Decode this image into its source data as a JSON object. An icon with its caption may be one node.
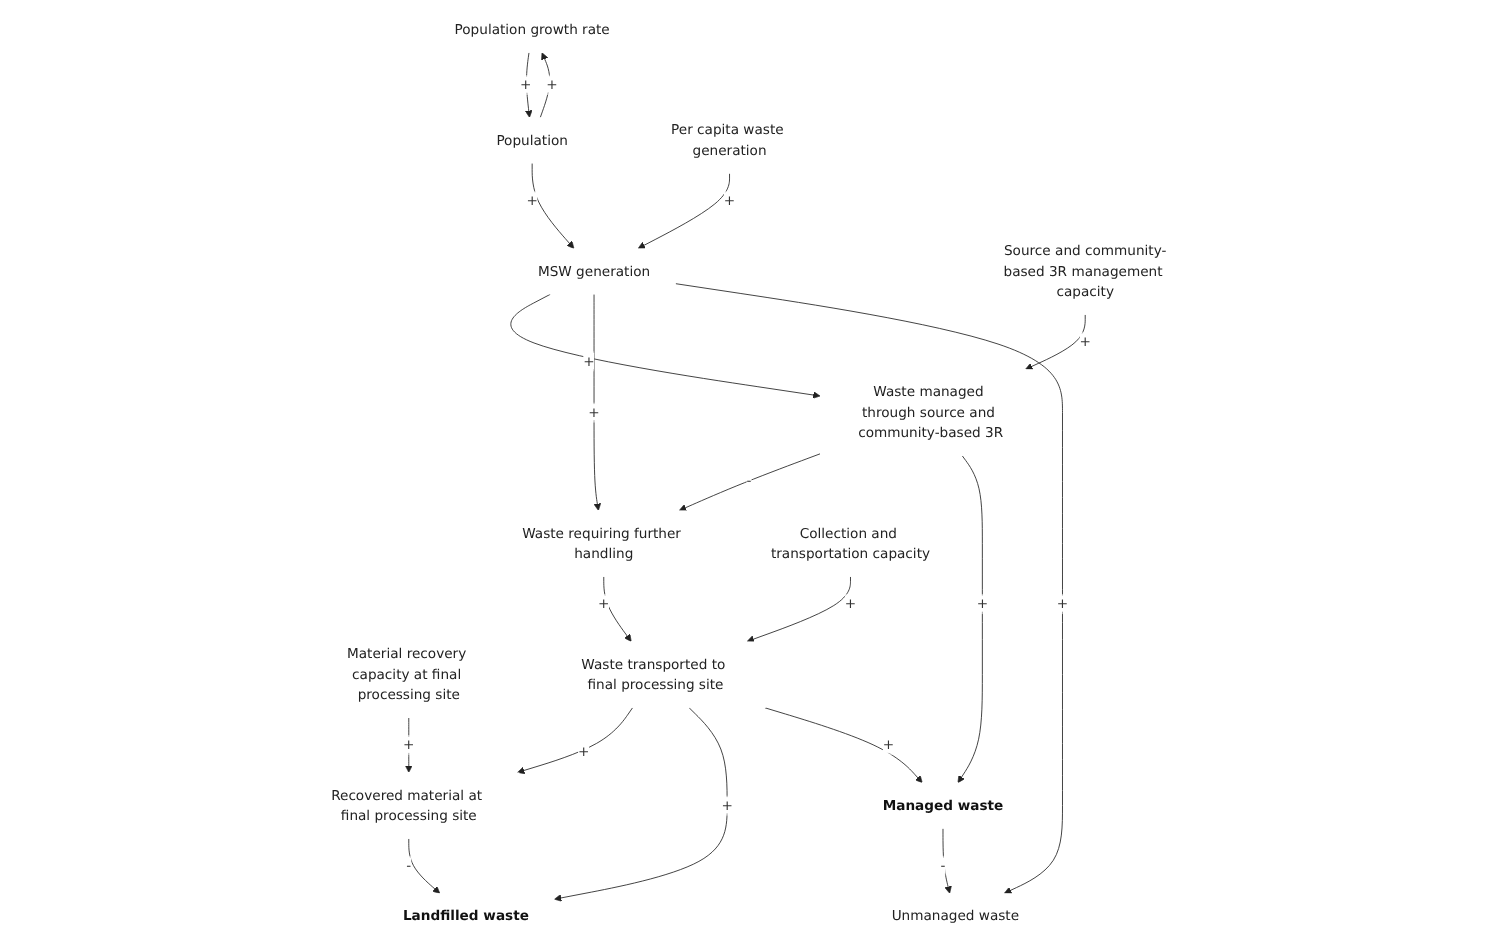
{
  "diagram": {
    "nodes": [
      {
        "text": [
          "Population growth rate"
        ]
      },
      {
        "text": [
          "Population"
        ]
      },
      {
        "text": [
          "Per capita waste generation"
        ]
      },
      {
        "text": [
          "Waste managed through source and community-based 3R"
        ]
      },
      {
        "text": [
          "MSW generation"
        ]
      },
      {
        "text": [
          "Waste requiring further handling"
        ]
      },
      {
        "text": [
          "Source and community-based 3R management capacity"
        ]
      },
      {
        "text": [
          "Collection and transportation capacity"
        ]
      },
      {
        "text": [
          "Recovered material at final processing site"
        ]
      },
      {
        "text": [
          "Material recovery capacity at final processing site"
        ]
      },
      {
        "text": [
          "Unmanaged waste"
        ]
      },
      {
        "text": [
          "Waste transported to final processing site"
        ]
      },
      {
        "text": [
          "Landfilled waste"
        ]
      },
      {
        "text": [
          "Managed waste"
        ]
      }
    ],
    "edges": [
      {
        "from": 1,
        "to": 0,
        "arrow": "to",
        "label": "+"
      },
      {
        "from": 0,
        "to": 1,
        "arrow": "to",
        "label": "+"
      },
      {
        "from": 1,
        "to": 4,
        "arrow": "to",
        "label": "+"
      },
      {
        "from": 2,
        "to": 4,
        "arrow": "to",
        "label": "+"
      },
      {
        "from": 4,
        "to": 3,
        "arrow": "to",
        "label": "+"
      },
      {
        "from": 4,
        "to": 5,
        "arrow": "to",
        "label": "+"
      },
      {
        "from": 3,
        "to": 5,
        "arrow": "to",
        "label": "-"
      },
      {
        "from": 6,
        "to": 3,
        "arrow": "to",
        "label": "+"
      },
      {
        "from": 4,
        "to": 10,
        "arrow": "to",
        "label": "+"
      },
      {
        "from": 9,
        "to": 8,
        "arrow": "to",
        "label": "+"
      },
      {
        "from": 7,
        "to": 11,
        "arrow": "to",
        "label": "+"
      },
      {
        "from": 5,
        "to": 11,
        "arrow": "to",
        "label": "+"
      },
      {
        "from": 11,
        "to": 8,
        "arrow": "to",
        "label": "+"
      },
      {
        "from": 8,
        "to": 12,
        "arrow": "to",
        "label": "-"
      },
      {
        "from": 11,
        "to": 12,
        "arrow": "to",
        "label": "+"
      },
      {
        "from": 11,
        "to": 13,
        "arrow": "to",
        "label": "+"
      },
      {
        "from": 3,
        "to": 13,
        "arrow": "to",
        "label": "+"
      },
      {
        "from": 13,
        "to": 10,
        "arrow": "to",
        "label": "-"
      }
    ]
  }
}
